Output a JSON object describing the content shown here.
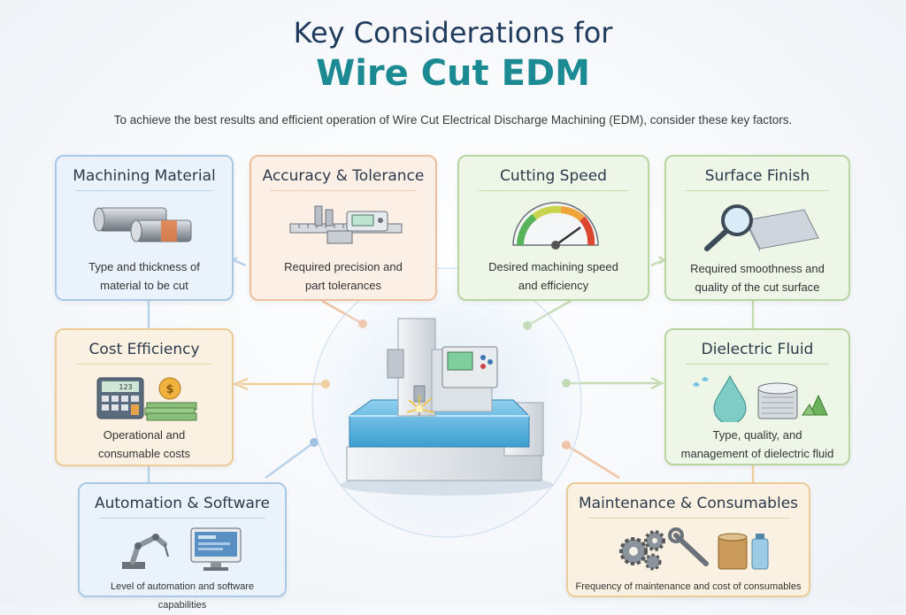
{
  "header": {
    "title_line1": "Key Considerations for",
    "title_line2": "Wire Cut EDM",
    "subtitle": "To achieve the best results and efficient operation of Wire Cut Electrical Discharge Machining (EDM), consider these key factors."
  },
  "cards": {
    "machining_material": {
      "title": "Machining Material",
      "desc1": "Type and thickness of",
      "desc2": "material to be cut"
    },
    "accuracy_tolerance": {
      "title": "Accuracy & Tolerance",
      "desc1": "Required precision and",
      "desc2": "part tolerances"
    },
    "cutting_speed": {
      "title": "Cutting Speed",
      "desc1": "Desired machining speed",
      "desc2": "and efficiency"
    },
    "surface_finish": {
      "title": "Surface Finish",
      "desc1": "Required smoothness and",
      "desc2": "quality of the cut surface"
    },
    "cost_efficiency": {
      "title": "Cost Efficiency",
      "desc1": "Operational and",
      "desc2": "consumable costs"
    },
    "dielectric_fluid": {
      "title": "Dielectric Fluid",
      "desc1": "Type, quality, and",
      "desc2": "management of dielectric fluid"
    },
    "automation_software": {
      "title": "Automation & Software",
      "desc1": "Level of automation and software capabilities"
    },
    "maintenance_consumables": {
      "title": "Maintenance & Consumables",
      "desc1": "Frequency of maintenance and cost of consumables"
    }
  },
  "illustrations": {
    "calculator_display": "123",
    "coin_symbol": "$"
  },
  "colors": {
    "title_navy": "#1e3a5c",
    "title_teal": "#1b8a93",
    "blue": "#a9c8e6",
    "orange": "#efbf9d",
    "green": "#b7d4a1",
    "yellow": "#ebcc96"
  }
}
